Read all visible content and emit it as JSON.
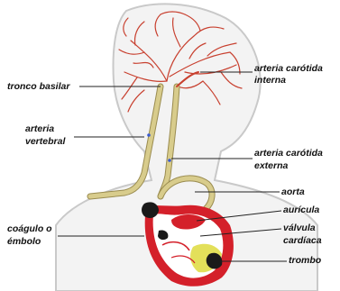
{
  "labels": {
    "tronco_basilar": "tronco basilar",
    "arteria_carotida_interna_1": "arteria carótida",
    "arteria_carotida_interna_2": "interna",
    "arteria_vertebral_1": "arteria",
    "arteria_vertebral_2": "vertebral",
    "arteria_carotida_externa_1": "arteria carótida",
    "arteria_carotida_externa_2": "externa",
    "aorta": "aorta",
    "auricula": "aurícula",
    "valvula": "válvula",
    "cardiaca": "cardíaca",
    "trombo": "trombo",
    "coagulo_1": "coágulo o",
    "coagulo_2": "émbolo"
  },
  "colors": {
    "background": "#ffffff",
    "silhouette_fill": "#f3f3f3",
    "silhouette_stroke": "#c9c9c9",
    "artery": "#d8cc8c",
    "artery_outline": "#9a8c50",
    "brain_vessels": "#c8402f",
    "heart_red": "#d4202a",
    "heart_yellow": "#e3e05a",
    "clot": "#1a1a1a",
    "leader_line": "#222222",
    "text": "#111111"
  }
}
